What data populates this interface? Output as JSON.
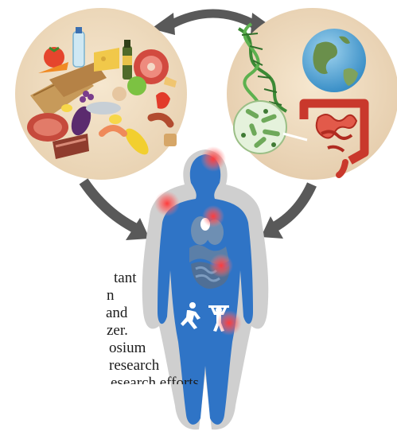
{
  "figure": {
    "panels": {
      "left": {
        "content": "food-illustration"
      },
      "right": {
        "content": "dna-globe-microbes-intestine-illustration"
      }
    },
    "figure": {
      "content": "human-body-silhouette"
    },
    "colors": {
      "arrow": "#595959",
      "circle_fill": "#efdcc2",
      "body_blue": "#2f74c6",
      "body_shadow": "#cfcfcf",
      "hotspot": "#ff2a2a"
    }
  },
  "text_fragments": {
    "lines": [
      "tant",
      "n",
      "and",
      "zer.",
      "osium",
      "research",
      "esearch efforts"
    ]
  }
}
